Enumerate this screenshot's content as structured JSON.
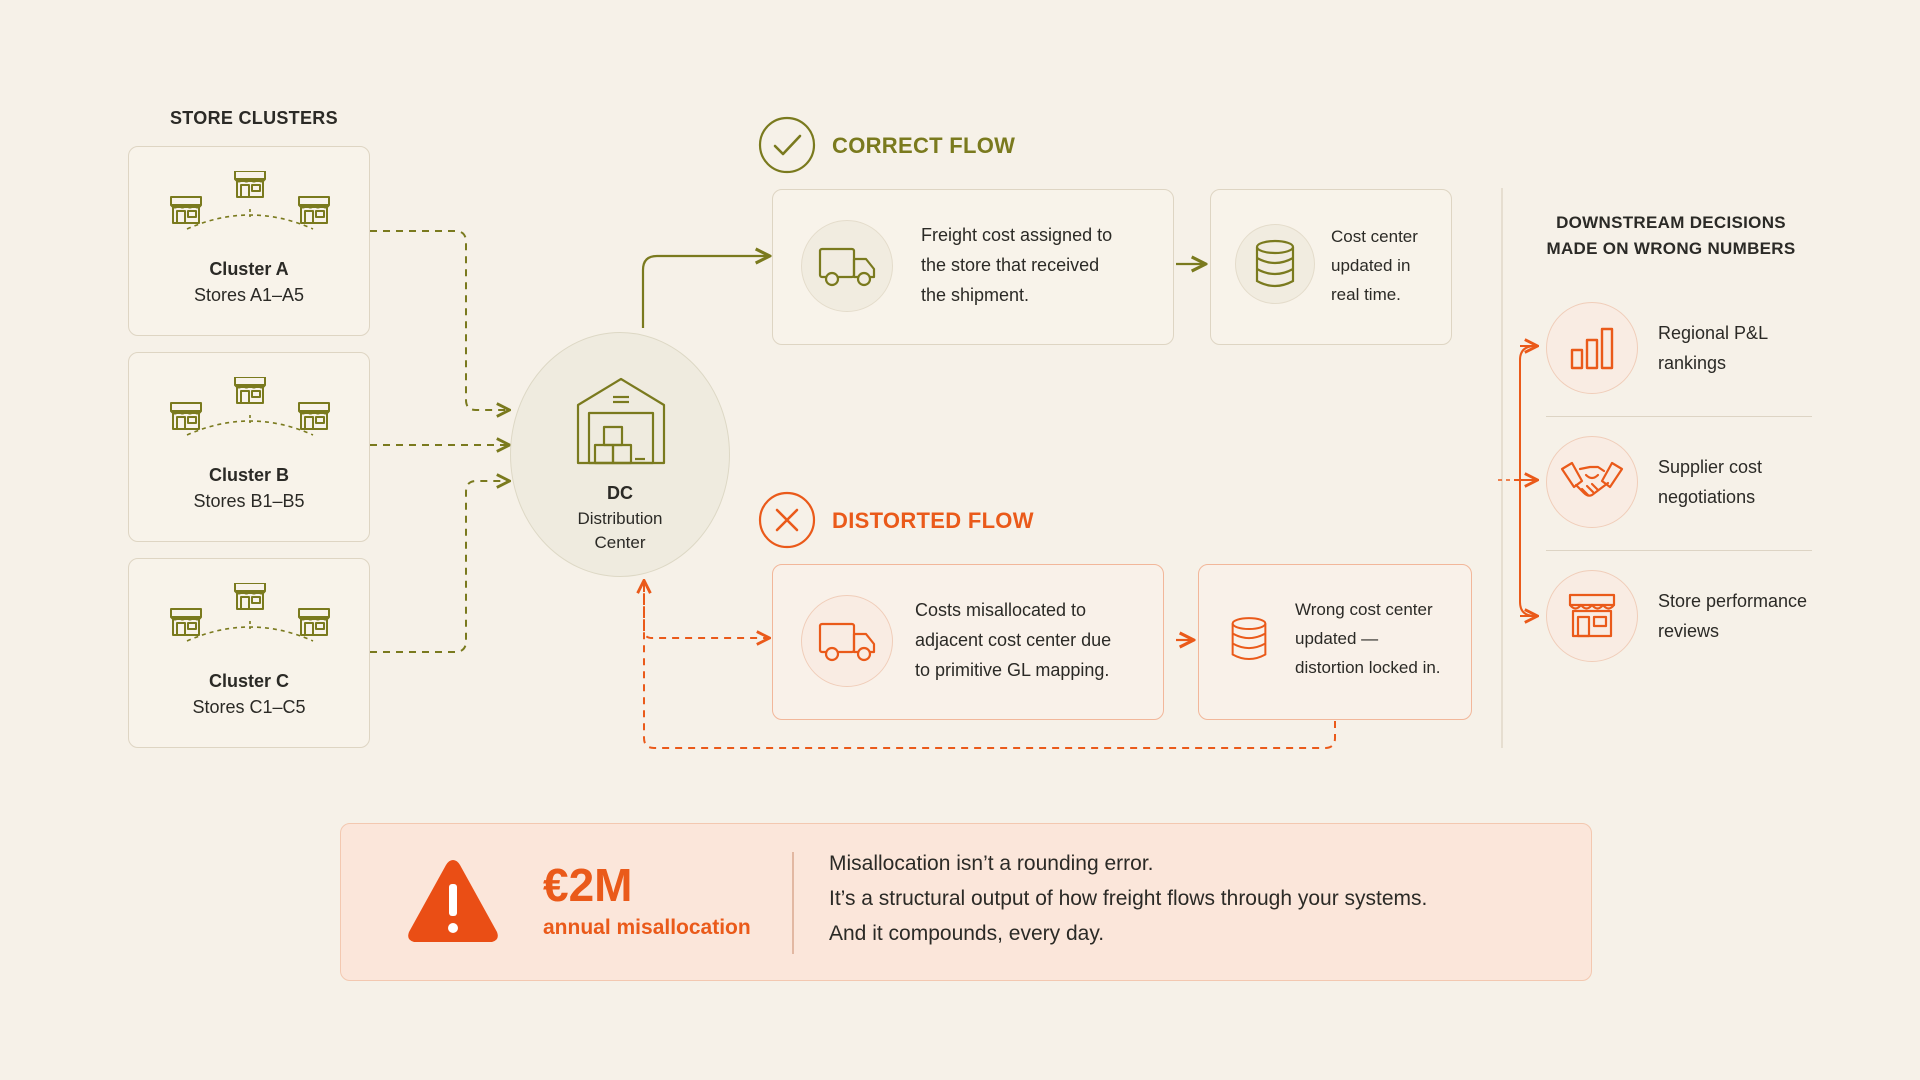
{
  "store_clusters": {
    "heading": "STORE CLUSTERS",
    "clusters": [
      {
        "name": "Cluster A",
        "stores": "Stores A1–A5"
      },
      {
        "name": "Cluster B",
        "stores": "Stores B1–B5"
      },
      {
        "name": "Cluster C",
        "stores": "Stores C1–C5"
      }
    ]
  },
  "dc": {
    "label": "DC",
    "line1": "Distribution",
    "line2": "Center"
  },
  "correct_flow": {
    "title": "CORRECT FLOW",
    "step1": [
      "Freight cost assigned to",
      "the store that received",
      "the shipment."
    ],
    "step2": [
      "Cost center",
      "updated in",
      "real time."
    ]
  },
  "distorted_flow": {
    "title": "DISTORTED FLOW",
    "step1": [
      "Costs misallocated to",
      "adjacent cost center due",
      "to primitive GL mapping."
    ],
    "step2": [
      "Wrong cost center",
      "updated —",
      "distortion locked in."
    ]
  },
  "downstream": {
    "heading_line1": "DOWNSTREAM DECISIONS",
    "heading_line2": "MADE ON WRONG NUMBERS",
    "items": [
      {
        "icon": "bar-chart-icon",
        "line1": "Regional P&L",
        "line2": "rankings"
      },
      {
        "icon": "handshake-icon",
        "line1": "Supplier cost",
        "line2": "negotiations"
      },
      {
        "icon": "store-icon",
        "line1": "Store performance",
        "line2": "reviews"
      }
    ]
  },
  "banner": {
    "amount": "€2M",
    "amount_label": "annual misallocation",
    "lines": [
      "Misallocation isn’t a rounding error.",
      "It’s a structural output of how freight flows through your systems.",
      "And it compounds, every day."
    ]
  },
  "colors": {
    "green": "#7a7a1e",
    "orange": "#ea5a1a",
    "background": "#f6f1e8"
  }
}
